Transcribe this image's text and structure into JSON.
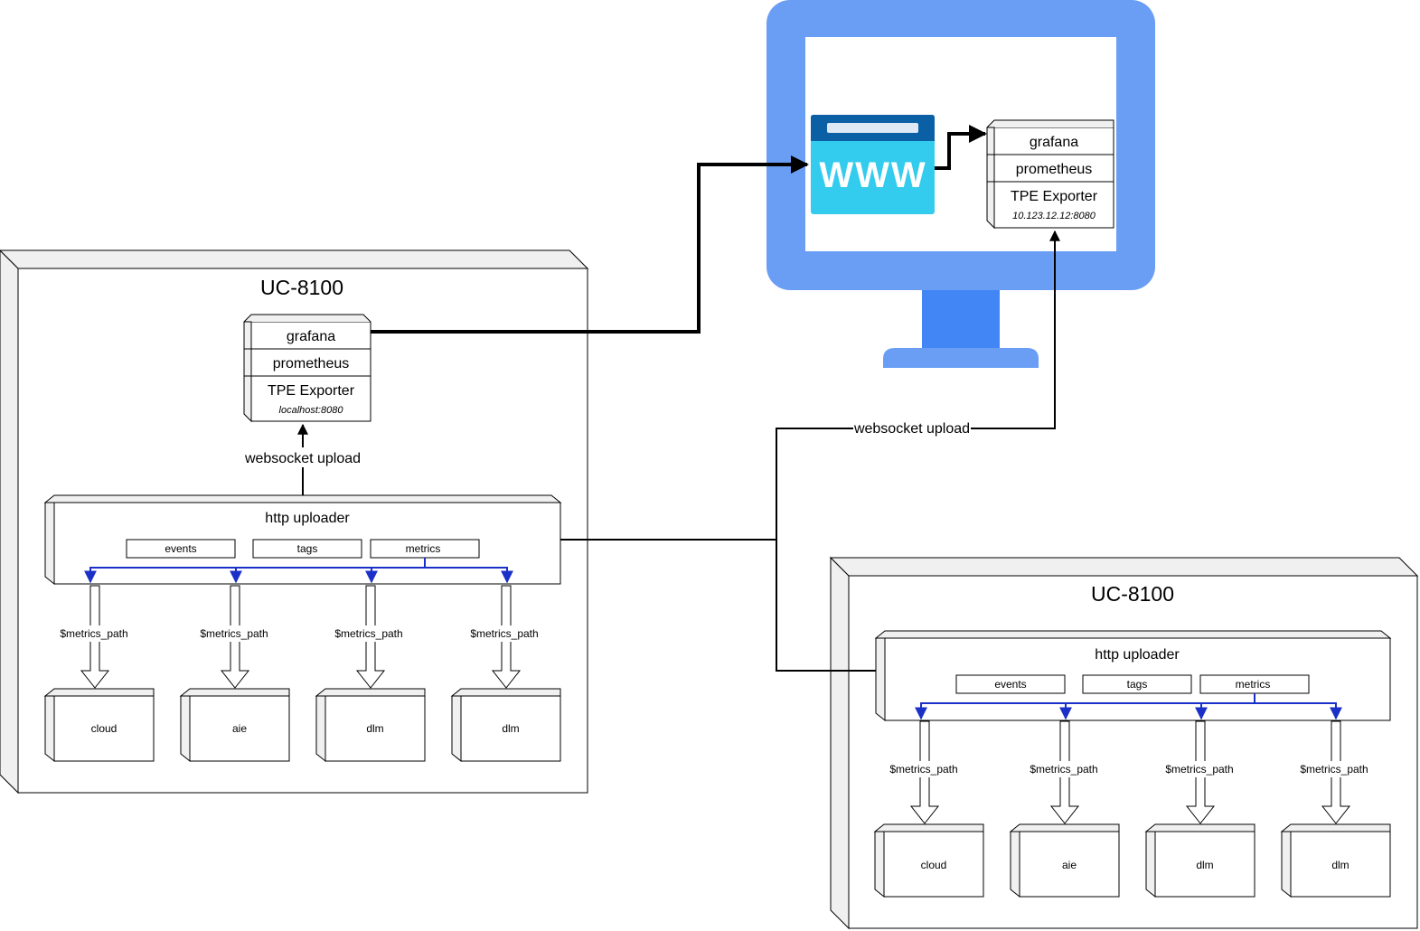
{
  "title": "",
  "colors": {
    "monitor_frame": "#6a9ef5",
    "monitor_stand": "#4285f4",
    "browser_header": "#0b5fa5",
    "browser_body": "#33ccee",
    "metrics_arrow": "#1a30c8",
    "line": "#000000"
  },
  "icons": {
    "monitor": "monitor-icon",
    "browser": "www-browser-icon"
  },
  "device_a": {
    "title": "UC-8100",
    "stack": {
      "grafana": "grafana",
      "prometheus": "prometheus",
      "exporter": "TPE Exporter",
      "address": "localhost:8080"
    },
    "uploader": {
      "title": "http uploader",
      "tabs": [
        "events",
        "tags",
        "metrics"
      ]
    },
    "path_label": "$metrics_path",
    "targets": [
      "cloud",
      "aie",
      "dlm",
      "dlm"
    ]
  },
  "device_b": {
    "title": "UC-8100",
    "uploader": {
      "title": "http uploader",
      "tabs": [
        "events",
        "tags",
        "metrics"
      ]
    },
    "path_label": "$metrics_path",
    "targets": [
      "cloud",
      "aie",
      "dlm",
      "dlm"
    ]
  },
  "remote": {
    "browser_text": "WWW",
    "stack": {
      "grafana": "grafana",
      "prometheus": "prometheus",
      "exporter": "TPE Exporter",
      "address": "10.123.12.12:8080"
    }
  },
  "edges": {
    "local_upload": "websocket upload",
    "remote_upload": "websocket upload"
  }
}
